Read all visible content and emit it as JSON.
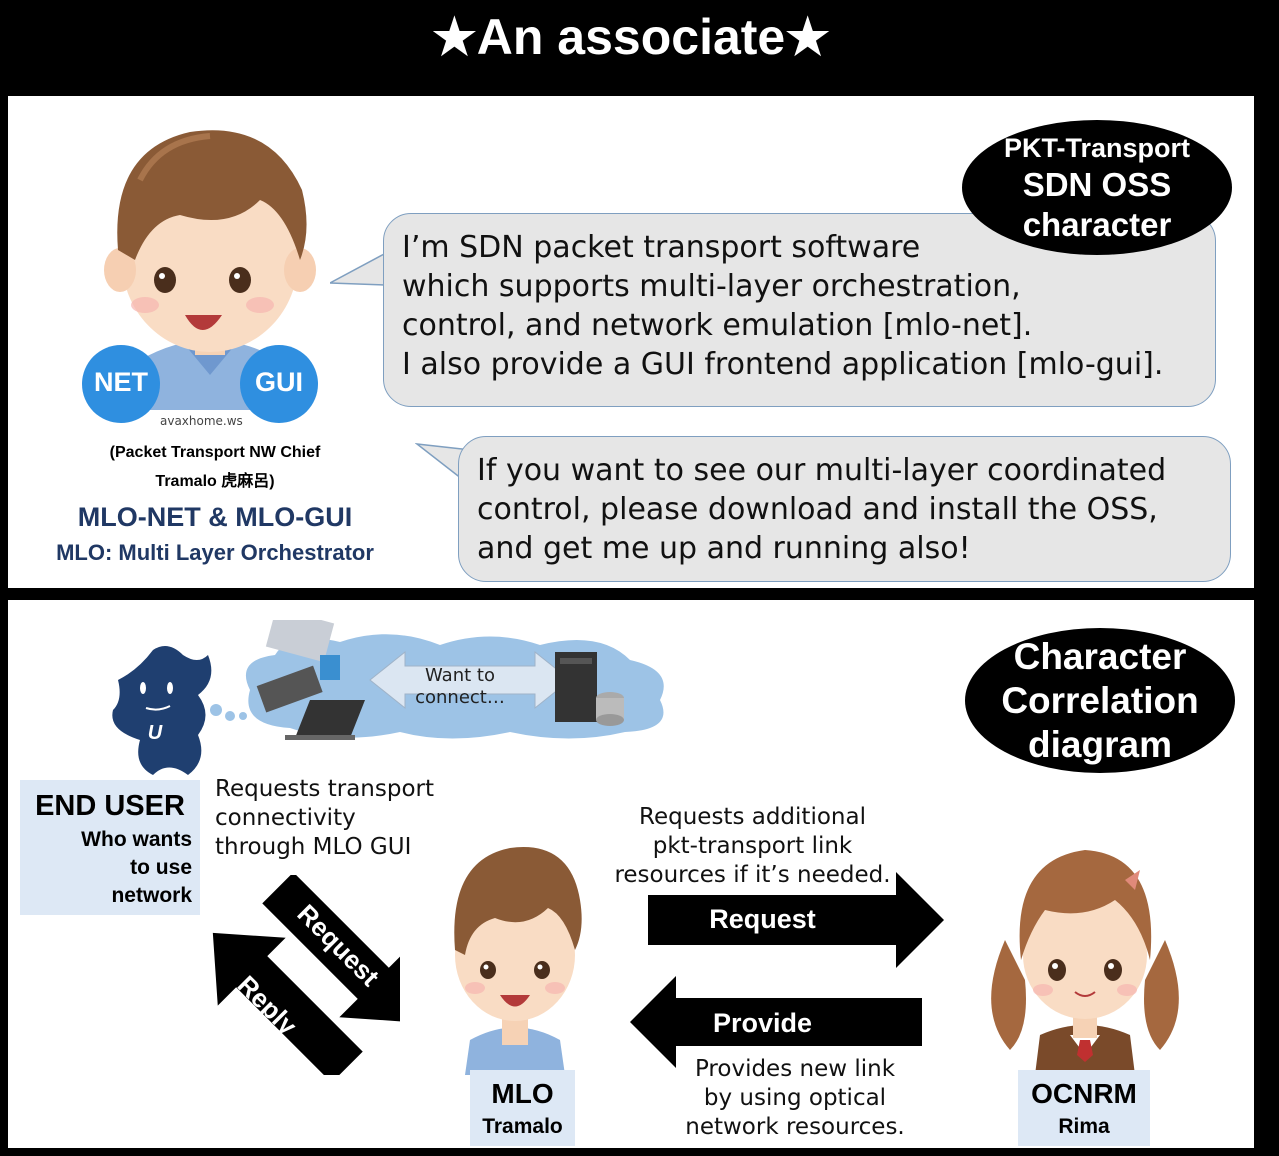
{
  "header": {
    "title": "★An associate★"
  },
  "intro": {
    "oval_lines": [
      "PKT-Transport",
      "SDN OSS",
      "character"
    ],
    "speech1": [
      "I’m SDN packet transport software",
      "which supports multi-layer orchestration,",
      "control, and network emulation [mlo-net].",
      "I also provide a GUI frontend application [mlo-gui]."
    ],
    "speech2": [
      "If you want to see our multi-layer coordinated",
      "control, please download and install the OSS,",
      "and get me up and running also!"
    ],
    "badge_net": "NET",
    "badge_gui": "GUI",
    "watermark": "avaxhome.ws",
    "caption_line1": "(Packet Transport NW Chief",
    "caption_line2": "Tramalo 虎麻呂)",
    "product": "MLO-NET & MLO-GUI",
    "product_sub": "MLO: Multi Layer Orchestrator"
  },
  "diagram": {
    "oval_lines": [
      "Character",
      "Correlation",
      "diagram"
    ],
    "cloud_text_line1": "Want to",
    "cloud_text_line2": "connect…",
    "user_icon_letter": "U",
    "end_user_title": "END USER",
    "end_user_desc": [
      "Who wants",
      "to use",
      "network"
    ],
    "user_request_text": [
      "Requests transport",
      "connectivity",
      "through MLO GUI"
    ],
    "arrow_request": "Request",
    "arrow_reply": "Reply",
    "mlo_name": "MLO",
    "mlo_sub": "Tramalo",
    "right_request_text": [
      "Requests additional",
      "pkt-transport link",
      "resources if it’s needed."
    ],
    "arrow_request_right": "Request",
    "arrow_provide": "Provide",
    "provide_text": [
      "Provides new link",
      "by using optical",
      "network resources."
    ],
    "ocnrm_name": "OCNRM",
    "ocnrm_sub": "Rima"
  },
  "colors": {
    "frame": "#000000",
    "bubble": "#e6e6e6",
    "badge": "#2f8fe0",
    "label_box": "#dde8f5",
    "cloud": "#9dc3e6",
    "user_blob": "#1f3f70"
  }
}
